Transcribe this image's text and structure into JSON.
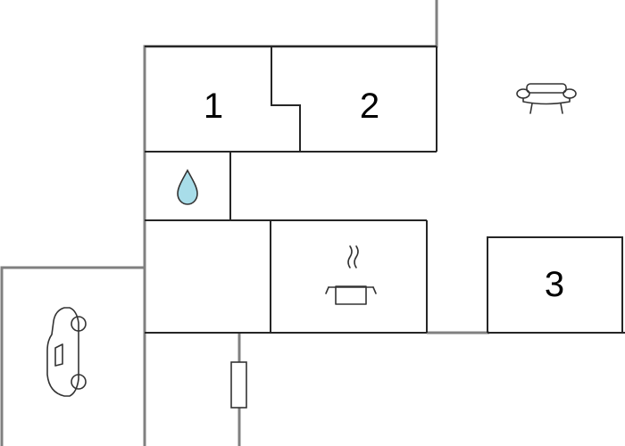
{
  "colors": {
    "background": "#ffffff",
    "outer_wall": "#808080",
    "inner_wall": "#262626",
    "water_drop": "#a8dde9"
  },
  "rooms": [
    {
      "id": "bedroom-1",
      "label": "1"
    },
    {
      "id": "bedroom-2",
      "label": "2"
    },
    {
      "id": "bedroom-3",
      "label": "3"
    },
    {
      "id": "bathroom",
      "icon": "water-drop-icon"
    },
    {
      "id": "kitchen",
      "icon": "cooking-pot-icon"
    },
    {
      "id": "living-room",
      "icon": "sofa-icon"
    },
    {
      "id": "garage",
      "icon": "car-icon"
    },
    {
      "id": "hallway",
      "icon": "door-icon"
    }
  ]
}
